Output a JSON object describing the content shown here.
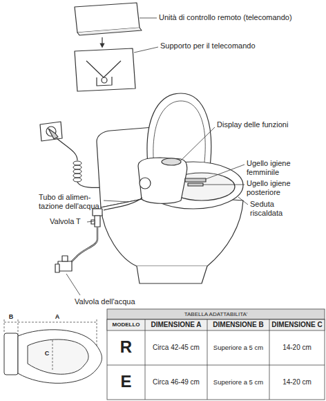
{
  "diagram": {
    "labels": [
      "Unità di controllo remoto (telecomando)",
      "Supporto per il telecomando",
      "Display delle funzioni",
      "Ugello igiene femminile",
      "Ugello igiene posteriore",
      "Seduta riscaldata",
      "Tubo di alimen- tazione dell'acqua",
      "Valvola T",
      "Valvola dell'acqua",
      "TABELLA ADATTABILITA'",
      "MODELLO",
      "DIMENSIONE A",
      "DIMENSIONE B",
      "DIMENSIONE C",
      "R",
      "Circa 42-45 cm",
      "Superiore a 5 cm",
      "14-20 cm",
      "E",
      "Circa 46-49 cm",
      "Superiore a 5 cm",
      "14-20 cm",
      "B",
      "A",
      "C"
    ]
  }
}
